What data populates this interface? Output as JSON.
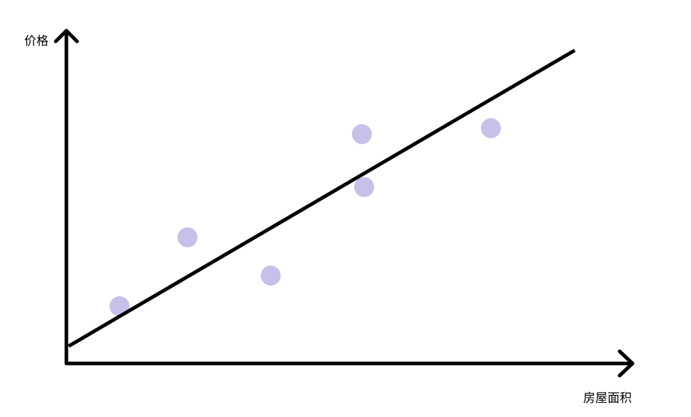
{
  "chart_data": {
    "type": "scatter",
    "title": "",
    "xlabel": "房屋面积",
    "ylabel": "价格",
    "xlim": [
      0,
      100
    ],
    "ylim": [
      0,
      100
    ],
    "grid": false,
    "legend": "none",
    "series": [
      {
        "kind": "points",
        "color": "#c8c0e8",
        "points": [
          {
            "x": 9.4,
            "y": 17.2
          },
          {
            "x": 21.4,
            "y": 37.9
          },
          {
            "x": 36.1,
            "y": 26.4
          },
          {
            "x": 52.2,
            "y": 68.9
          },
          {
            "x": 52.6,
            "y": 53.0
          },
          {
            "x": 75.0,
            "y": 70.7
          }
        ]
      },
      {
        "kind": "fit-line",
        "color": "#000000",
        "points": [
          {
            "x": 0.4,
            "y": 5.2
          },
          {
            "x": 89.8,
            "y": 94.1
          }
        ]
      }
    ]
  }
}
